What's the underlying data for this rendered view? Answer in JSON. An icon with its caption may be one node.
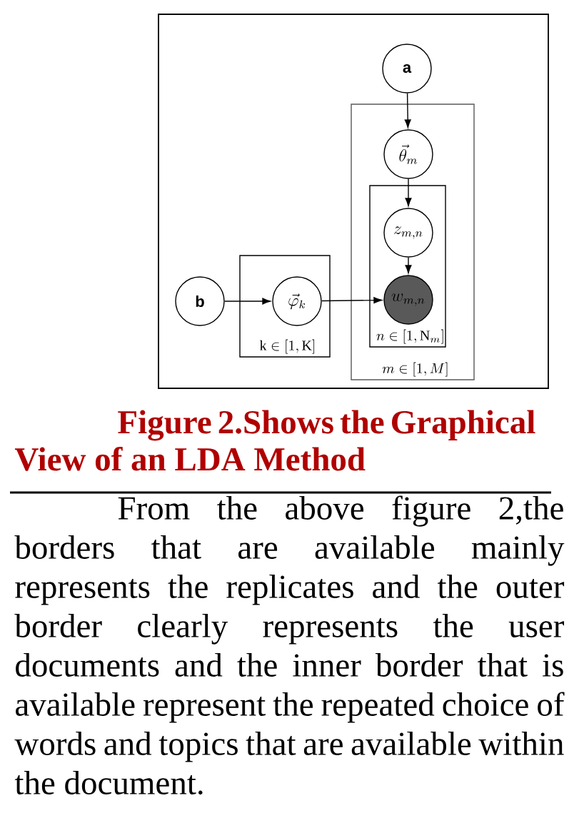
{
  "diagram": {
    "title": "Figure 2.Shows the Graphical View of an LDA Method",
    "nodes": [
      {
        "text": [
          "a"
        ]
      },
      {
        "text": [
          "m\\in[1,M]"
        ]
      },
      {
        "text": [
          "\\vec{\\theta}_m"
        ],
        "in": 1
      },
      {
        "text": [
          "n\\in[1,\\mathrm{N}_m]"
        ],
        "in": 1
      },
      {
        "text": [
          "z_{m,n}"
        ],
        "in": 3
      },
      {
        "text": [
          "w_{m,n}"
        ],
        "in": 3
      },
      {
        "text": [
          "b"
        ]
      },
      {
        "text": [
          "\\mathrm{k}\\in[1,\\mathrm{K}]"
        ]
      },
      {
        "text": [
          "\\vec{\\varphi}_k"
        ],
        "in": 7
      }
    ],
    "edges": [
      {
        "from": 0,
        "to": 2,
        "arrow": "to"
      },
      {
        "from": 2,
        "to": 4,
        "arrow": "to"
      },
      {
        "from": 4,
        "to": 5,
        "arrow": "to"
      },
      {
        "from": 6,
        "to": 8,
        "arrow": "to"
      },
      {
        "from": 8,
        "to": 5,
        "arrow": "to"
      }
    ],
    "labels": [
      "From the above figure 2,the borders that are available mainly represents the replicates and the outer border clearly represents the user documents and the inner border that is available represent the repeated choice of words and topics that are available within the document."
    ]
  }
}
